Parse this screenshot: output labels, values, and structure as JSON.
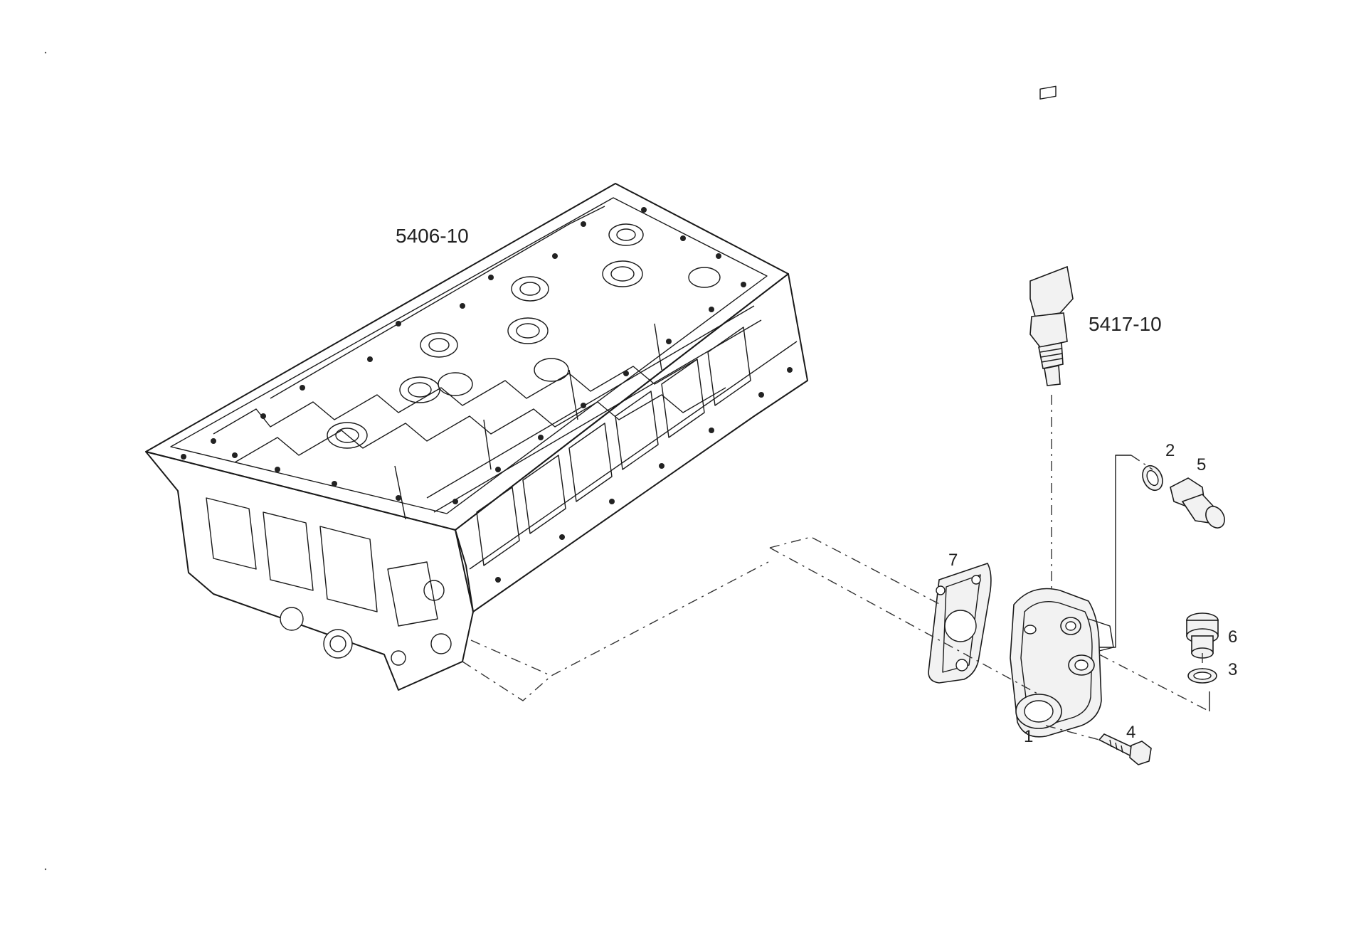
{
  "labels": {
    "cylinder_head_ref": "5406-10",
    "sensor_ref": "5417-10",
    "part_1": "1",
    "part_2": "2",
    "part_3": "3",
    "part_4": "4",
    "part_5": "5",
    "part_6": "6",
    "part_7": "7"
  }
}
